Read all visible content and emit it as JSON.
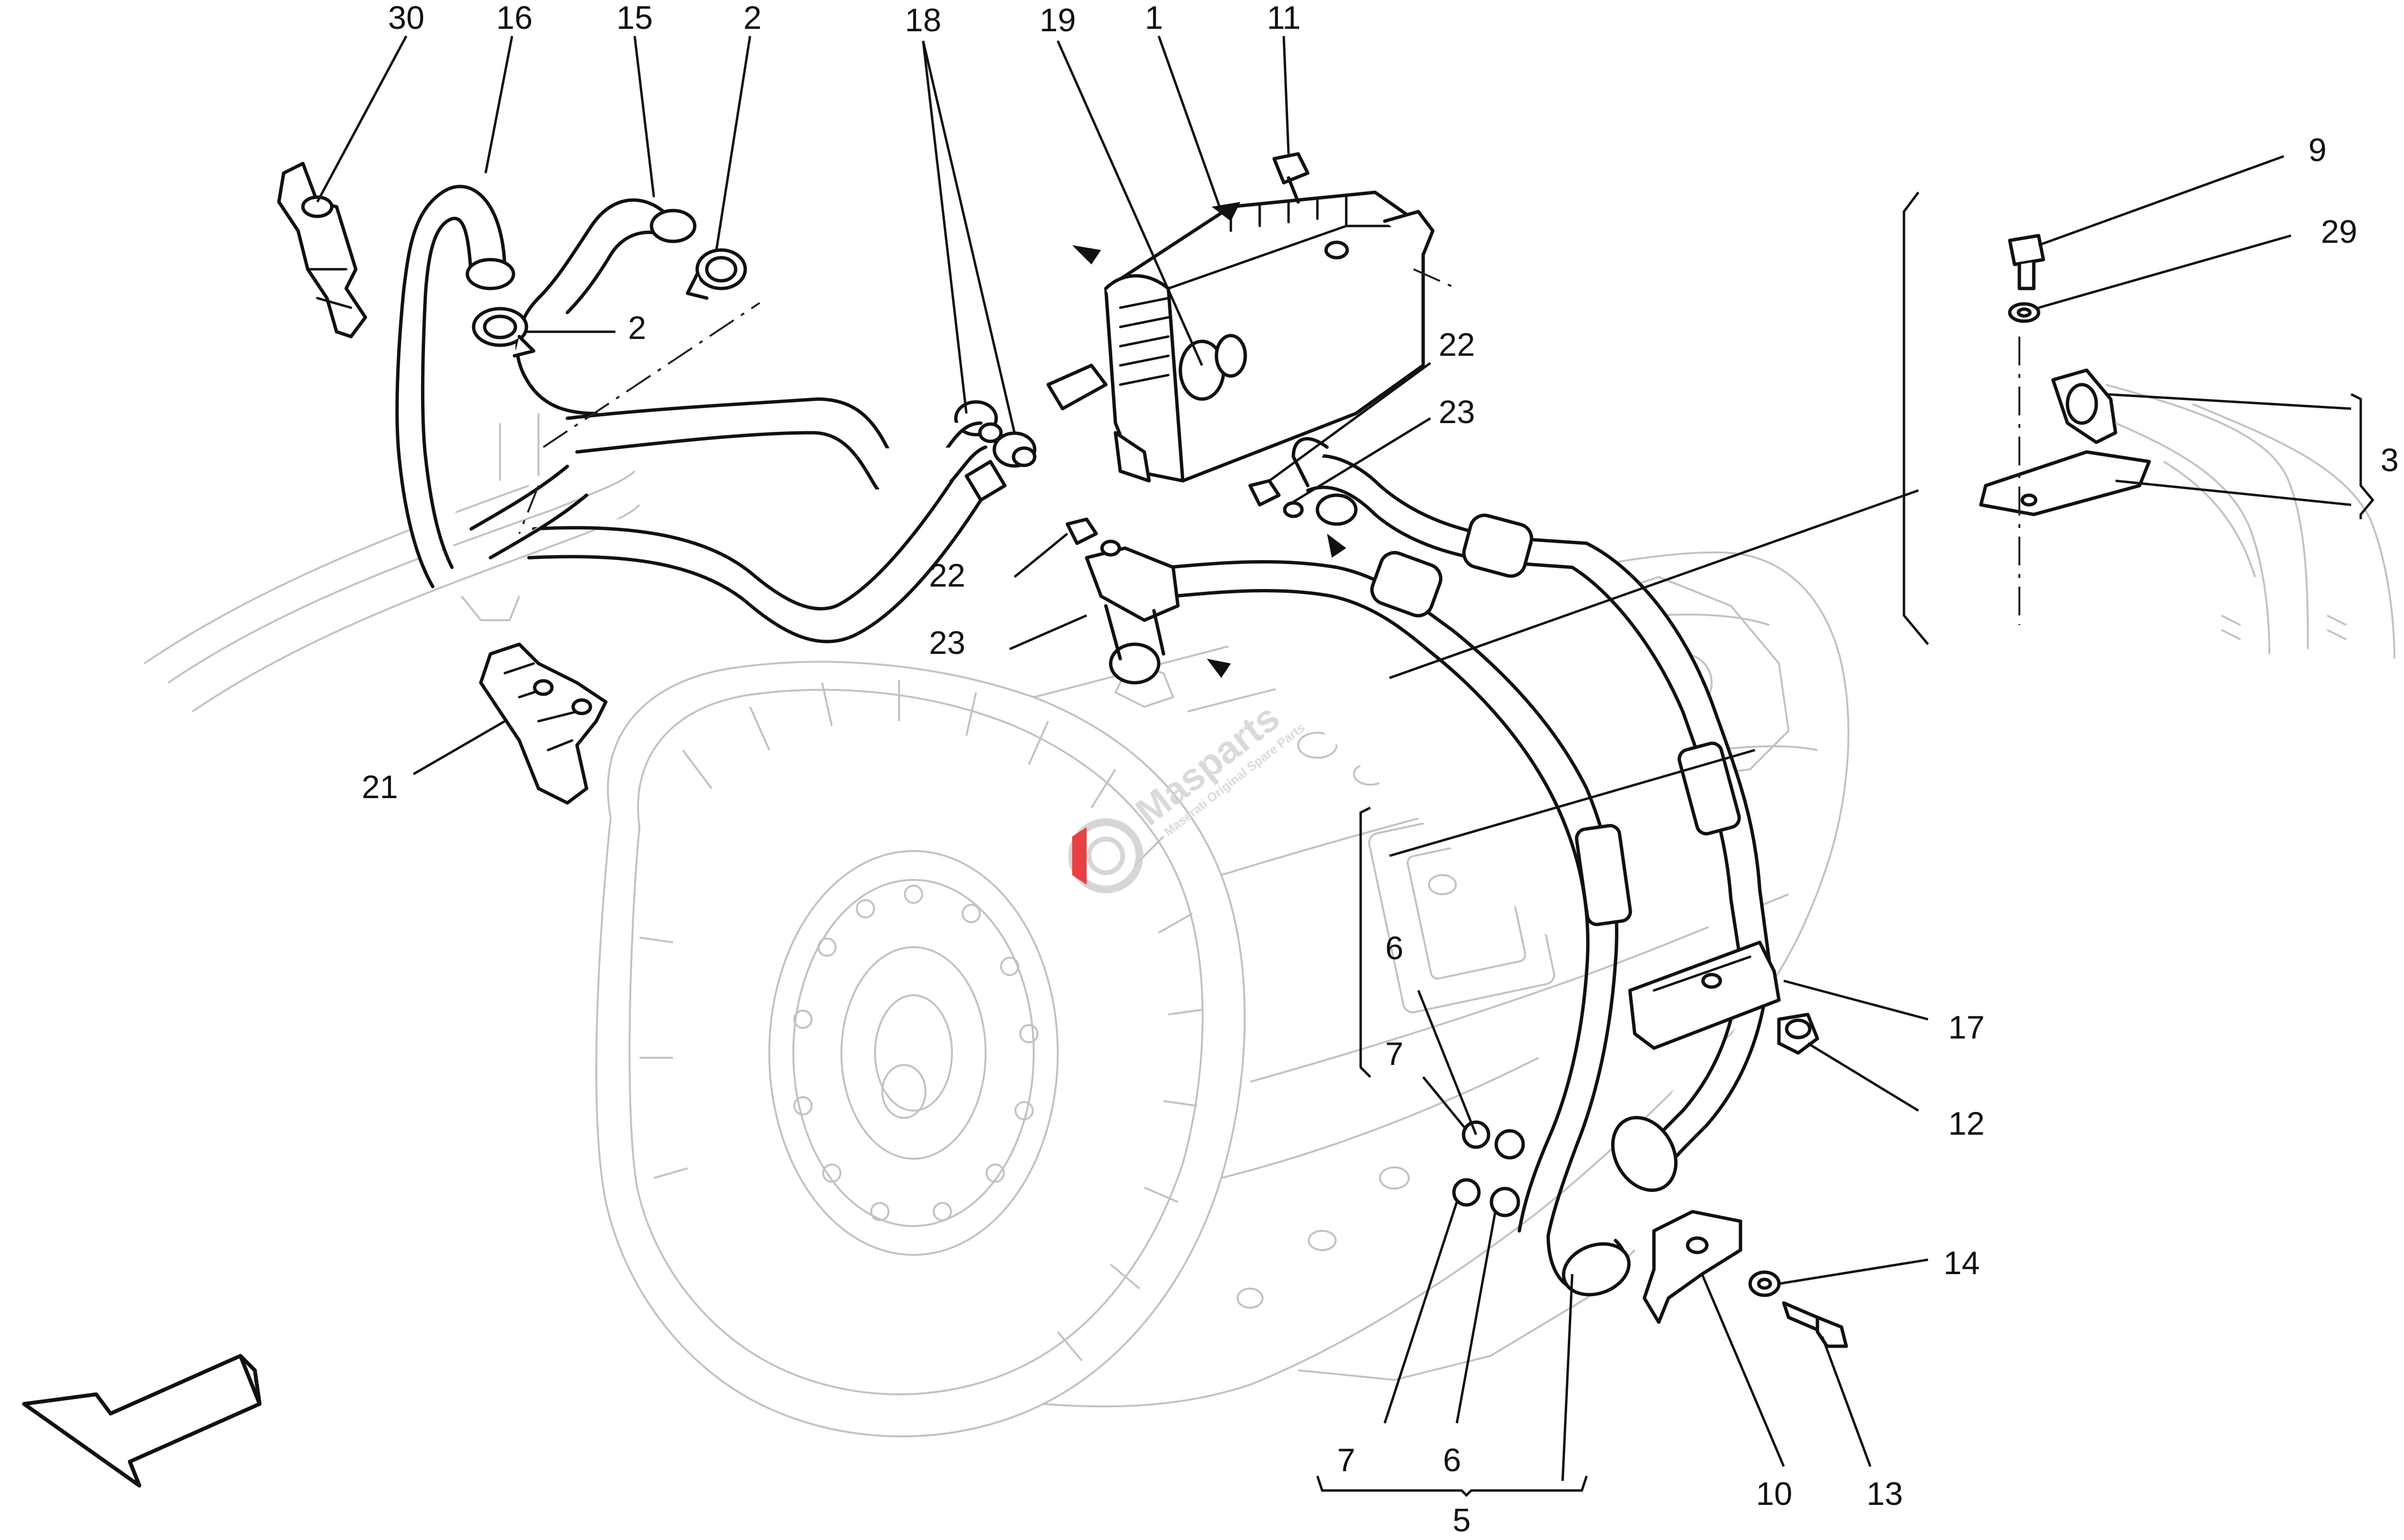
{
  "diagram": {
    "callouts": [
      {
        "id": "c30",
        "label": "30"
      },
      {
        "id": "c16",
        "label": "16"
      },
      {
        "id": "c15",
        "label": "15"
      },
      {
        "id": "c2a",
        "label": "2"
      },
      {
        "id": "c18",
        "label": "18"
      },
      {
        "id": "c19",
        "label": "19"
      },
      {
        "id": "c1",
        "label": "1"
      },
      {
        "id": "c11",
        "label": "11"
      },
      {
        "id": "c9",
        "label": "9"
      },
      {
        "id": "c29",
        "label": "29"
      },
      {
        "id": "c2b",
        "label": "2"
      },
      {
        "id": "c22a",
        "label": "22"
      },
      {
        "id": "c23a",
        "label": "23"
      },
      {
        "id": "c3",
        "label": "3"
      },
      {
        "id": "c22b",
        "label": "22"
      },
      {
        "id": "c23b",
        "label": "23"
      },
      {
        "id": "c21",
        "label": "21"
      },
      {
        "id": "c6a",
        "label": "6"
      },
      {
        "id": "c7a",
        "label": "7"
      },
      {
        "id": "c17",
        "label": "17"
      },
      {
        "id": "c12",
        "label": "12"
      },
      {
        "id": "c14",
        "label": "14"
      },
      {
        "id": "c7b",
        "label": "7"
      },
      {
        "id": "c6b",
        "label": "6"
      },
      {
        "id": "c5",
        "label": "5"
      },
      {
        "id": "c10",
        "label": "10"
      },
      {
        "id": "c13",
        "label": "13"
      }
    ],
    "watermark": {
      "brand": "Masparts",
      "tagline": "Maserati Original Spare Parts",
      "accent_color": "#e31e24"
    },
    "colors": {
      "line": "#111111",
      "ghost": "#c2c2c2",
      "background": "#ffffff"
    }
  }
}
